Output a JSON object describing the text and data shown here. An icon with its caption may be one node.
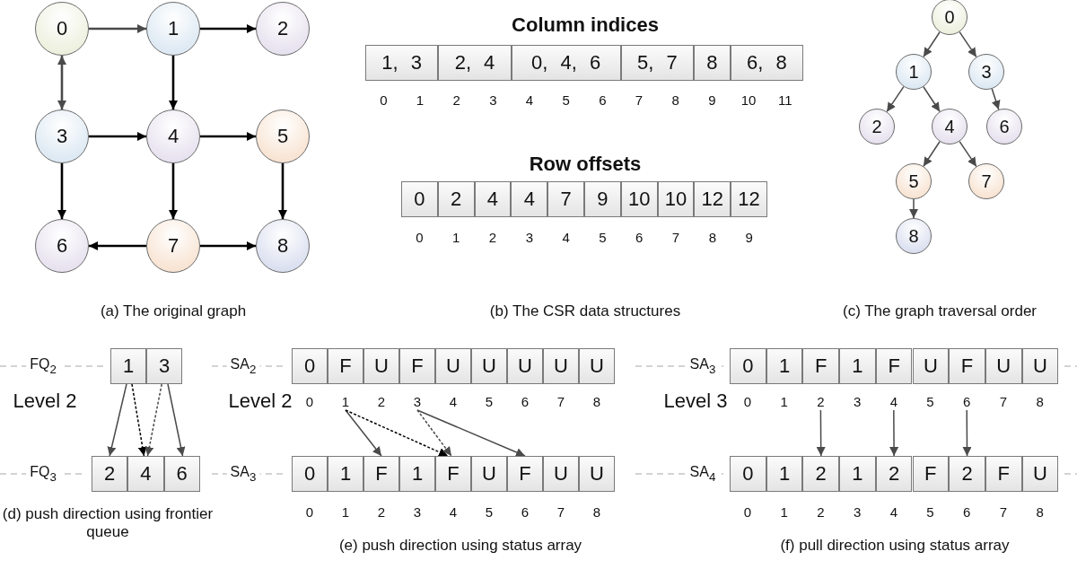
{
  "diagram": {
    "nodes": [
      {
        "text": [
          "0"
        ]
      },
      {
        "text": [
          "1"
        ]
      },
      {
        "text": [
          "2"
        ]
      },
      {
        "text": [
          "3"
        ]
      },
      {
        "text": [
          "4"
        ]
      },
      {
        "text": [
          "5"
        ]
      },
      {
        "text": [
          "6"
        ]
      },
      {
        "text": [
          "7"
        ]
      },
      {
        "text": [
          "8"
        ]
      },
      {
        "text": [
          "0"
        ]
      },
      {
        "text": [
          "1"
        ]
      },
      {
        "text": [
          "3"
        ]
      },
      {
        "text": [
          "2"
        ]
      },
      {
        "text": [
          "4"
        ]
      },
      {
        "text": [
          "6"
        ]
      },
      {
        "text": [
          "5"
        ]
      },
      {
        "text": [
          "7"
        ]
      },
      {
        "text": [
          "8"
        ]
      },
      {
        "text": [
          "1, 3"
        ]
      },
      {
        "text": [
          "2, 4"
        ]
      },
      {
        "text": [
          "0, 4, 6"
        ]
      },
      {
        "text": [
          "5, 7"
        ]
      },
      {
        "text": [
          "8"
        ]
      },
      {
        "text": [
          "6, 8"
        ]
      },
      {
        "text": [
          "0"
        ]
      },
      {
        "text": [
          "2"
        ]
      },
      {
        "text": [
          "4"
        ]
      },
      {
        "text": [
          "4"
        ]
      },
      {
        "text": [
          "7"
        ]
      },
      {
        "text": [
          "9"
        ]
      },
      {
        "text": [
          "10"
        ]
      },
      {
        "text": [
          "10"
        ]
      },
      {
        "text": [
          "12"
        ]
      },
      {
        "text": [
          "12"
        ]
      },
      {
        "text": [
          "1"
        ]
      },
      {
        "text": [
          "3"
        ]
      },
      {
        "text": [
          "2"
        ]
      },
      {
        "text": [
          "4"
        ]
      },
      {
        "text": [
          "6"
        ]
      },
      {
        "text": [
          "0"
        ]
      },
      {
        "text": [
          "F"
        ]
      },
      {
        "text": [
          "U"
        ]
      },
      {
        "text": [
          "F"
        ]
      },
      {
        "text": [
          "U"
        ]
      },
      {
        "text": [
          "U"
        ]
      },
      {
        "text": [
          "U"
        ]
      },
      {
        "text": [
          "U"
        ]
      },
      {
        "text": [
          "U"
        ]
      },
      {
        "text": [
          "1"
        ]
      },
      {
        "text": [
          "3"
        ]
      },
      {
        "text": [
          "0"
        ]
      },
      {
        "text": [
          "1"
        ]
      },
      {
        "text": [
          "F"
        ]
      },
      {
        "text": [
          "1"
        ]
      },
      {
        "text": [
          "F"
        ]
      },
      {
        "text": [
          "U"
        ]
      },
      {
        "text": [
          "F"
        ]
      },
      {
        "text": [
          "U"
        ]
      },
      {
        "text": [
          "U"
        ]
      },
      {
        "text": [
          "0"
        ]
      },
      {
        "text": [
          "1"
        ]
      },
      {
        "text": [
          "F"
        ]
      },
      {
        "text": [
          "1"
        ]
      },
      {
        "text": [
          "F"
        ]
      },
      {
        "text": [
          "U"
        ]
      },
      {
        "text": [
          "F"
        ]
      },
      {
        "text": [
          "U"
        ]
      },
      {
        "text": [
          "U"
        ]
      },
      {
        "text": [
          "2"
        ]
      },
      {
        "text": [
          "4"
        ]
      },
      {
        "text": [
          "6"
        ]
      },
      {
        "text": [
          "0"
        ]
      },
      {
        "text": [
          "1"
        ]
      },
      {
        "text": [
          "2"
        ]
      },
      {
        "text": [
          "1"
        ]
      },
      {
        "text": [
          "2"
        ]
      },
      {
        "text": [
          "F"
        ]
      },
      {
        "text": [
          "2"
        ]
      },
      {
        "text": [
          "F"
        ]
      },
      {
        "text": [
          "U"
        ]
      }
    ],
    "edges": [
      {
        "from": 0,
        "to": 1,
        "arrow": "to"
      },
      {
        "from": 1,
        "to": 2,
        "arrow": "to",
        "color": "#000000"
      },
      {
        "from": 0,
        "to": 3,
        "arrow": "both"
      },
      {
        "from": 1,
        "to": 4,
        "arrow": "to",
        "color": "#000000"
      },
      {
        "from": 3,
        "to": 4,
        "arrow": "to",
        "color": "#000000"
      },
      {
        "from": 4,
        "to": 5,
        "arrow": "to",
        "color": "#000000"
      },
      {
        "from": 3,
        "to": 6,
        "arrow": "to",
        "color": "#000000"
      },
      {
        "from": 4,
        "to": 7,
        "arrow": "to",
        "color": "#000000"
      },
      {
        "from": 5,
        "to": 8,
        "arrow": "to",
        "color": "#000000"
      },
      {
        "from": 7,
        "to": 6,
        "arrow": "to",
        "color": "#000000"
      },
      {
        "from": 7,
        "to": 8,
        "arrow": "to",
        "color": "#000000"
      },
      {
        "from": 9,
        "to": 10,
        "arrow": "to"
      },
      {
        "from": 9,
        "to": 11,
        "arrow": "to"
      },
      {
        "from": 10,
        "to": 12,
        "arrow": "to"
      },
      {
        "from": 10,
        "to": 13,
        "arrow": "to"
      },
      {
        "from": 11,
        "to": 14,
        "arrow": "to"
      },
      {
        "from": 13,
        "to": 15,
        "arrow": "to"
      },
      {
        "from": 13,
        "to": 16,
        "arrow": "to"
      },
      {
        "from": 15,
        "to": 17,
        "arrow": "to"
      },
      {
        "from": 34,
        "to": 36,
        "arrow": "to"
      },
      {
        "from": 34,
        "to": 37,
        "arrow": "to",
        "style": "dashed",
        "color": "#000000"
      },
      {
        "from": 35,
        "to": 37,
        "arrow": "to",
        "style": "dashed"
      },
      {
        "from": 35,
        "to": 38,
        "arrow": "to"
      },
      {
        "from": 48,
        "to": 52,
        "arrow": "to"
      },
      {
        "from": 48,
        "to": 54,
        "arrow": "to",
        "style": "dashed",
        "color": "#000000"
      },
      {
        "from": 49,
        "to": 54,
        "arrow": "to",
        "style": "dashed"
      },
      {
        "from": 49,
        "to": 56,
        "arrow": "to"
      },
      {
        "from": 68,
        "to": 73,
        "arrow": "to"
      },
      {
        "from": 69,
        "to": 75,
        "arrow": "to"
      },
      {
        "from": 70,
        "to": 77,
        "arrow": "to"
      }
    ],
    "labels": [
      "Column indices",
      "0",
      "1",
      "2",
      "3",
      "4",
      "5",
      "6",
      "7",
      "8",
      "9",
      "10",
      "11",
      "Row offsets",
      "0",
      "1",
      "2",
      "3",
      "4",
      "5",
      "6",
      "7",
      "8",
      "9",
      "(a) The original graph",
      "(b) The CSR data structures",
      "(c) The graph traversal order",
      "FQ$_{2}$",
      "Level 2",
      "FQ$_{3}$",
      "(d) push direction using frontier queue",
      "SA$_{2}$",
      "Level 2",
      "0",
      "2",
      "4",
      "5",
      "6",
      "7",
      "8",
      "SA$_{3}$",
      "0",
      "1",
      "2",
      "3",
      "4",
      "5",
      "6",
      "7",
      "8",
      "(e) push direction using status array",
      "SA$_{3}$",
      "Level 3",
      "0",
      "1",
      "3",
      "5",
      "7",
      "8",
      "SA$_{4}$",
      "0",
      "1",
      "2",
      "3",
      "4",
      "5",
      "6",
      "7",
      "8",
      "(f) pull direction using status array"
    ]
  }
}
